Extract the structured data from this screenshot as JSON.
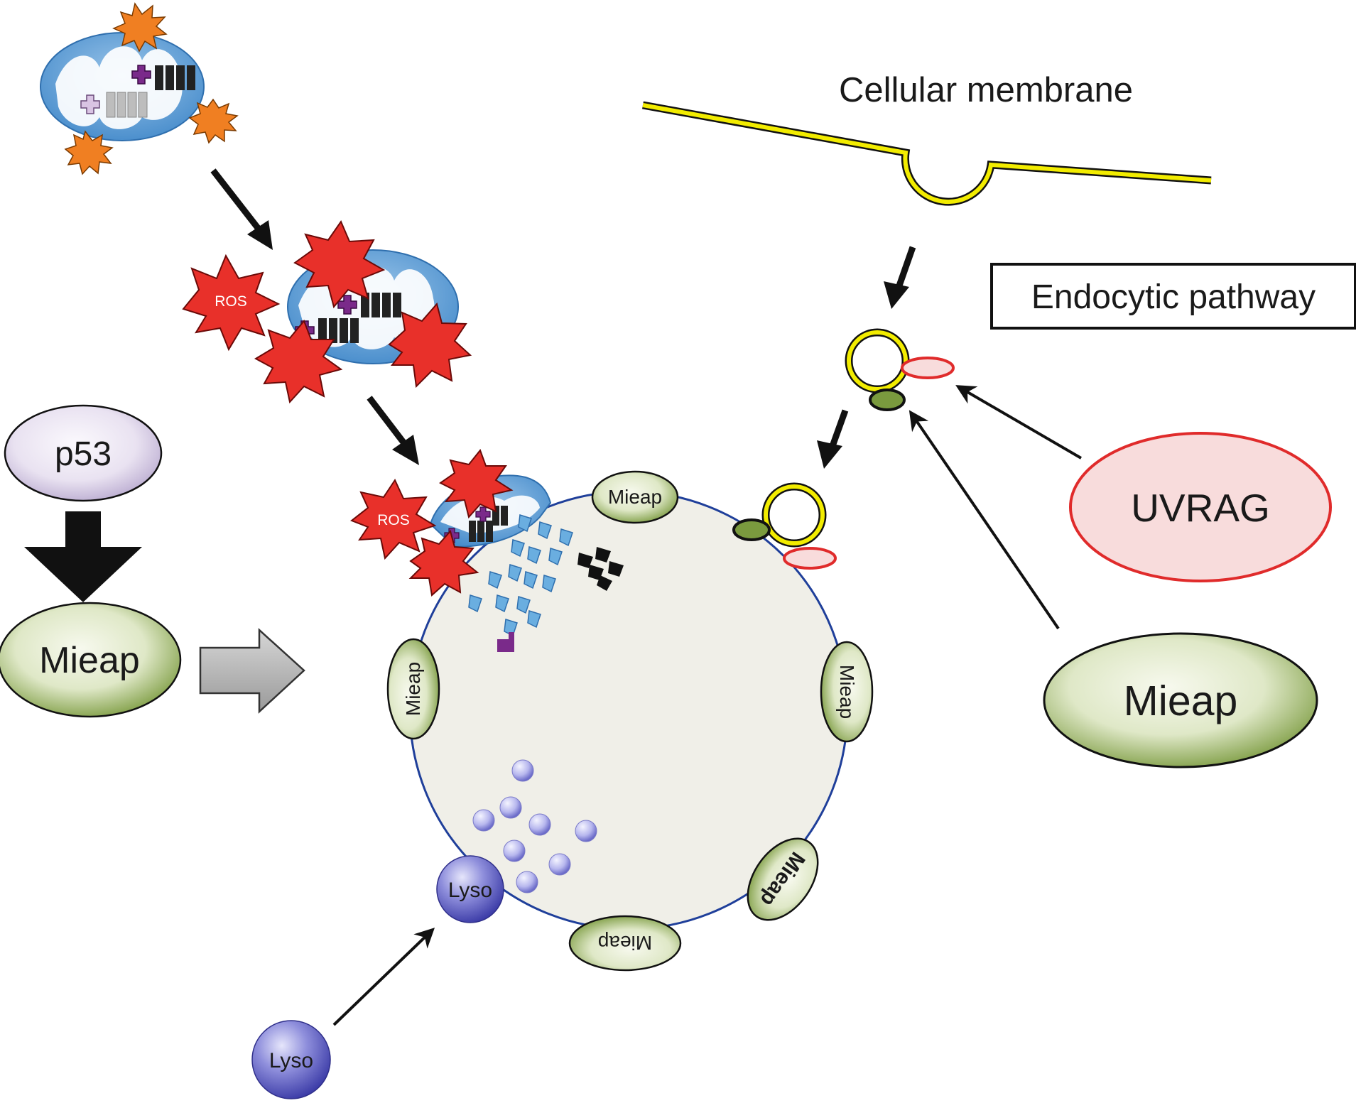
{
  "labels": {
    "membrane": "Cellular membrane",
    "endocytic": "Endocytic pathway",
    "p53": "p53",
    "mieap": "Mieap",
    "uvrag": "UVRAG",
    "ros": "ROS",
    "lyso": "Lyso"
  },
  "colors": {
    "mito_fill": "#5b9bd5",
    "mito_light": "#c9dff2",
    "ros_red": "#e8302a",
    "ros_orange": "#f07f22",
    "mieap_green_light": "#eef3e1",
    "mieap_green_dark": "#7a9a3e",
    "p53_light": "#f4f0f8",
    "p53_dark": "#b8a9cf",
    "uvrag_fill": "#f8dcdc",
    "uvrag_stroke": "#e02b2b",
    "membrane_yellow": "#f2ec00",
    "vacuole_fill": "#f0efe8",
    "vacuole_stroke": "#1f3f9a",
    "lyso_light": "#c8c8f2",
    "lyso_dark": "#4a4ab0",
    "purple_cross": "#7a2a8a"
  },
  "icons": [
    "mitochondrion-icon",
    "ros-burst-icon",
    "lysosome-icon",
    "vesicle-icon",
    "arrow-icon"
  ]
}
